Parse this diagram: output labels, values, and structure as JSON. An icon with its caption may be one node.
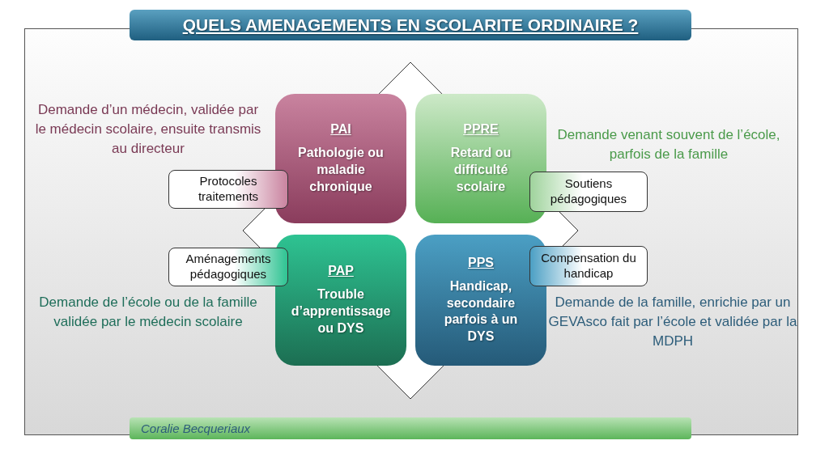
{
  "diagram": {
    "title": "QUELS AMENAGEMENTS EN SCOLARITE ORDINAIRE ?",
    "nodes": [
      {
        "text": [
          "PAI",
          "Pathologie ou maladie chronique"
        ]
      },
      {
        "text": [
          "PPRE",
          "Retard ou difficulté scolaire"
        ]
      },
      {
        "text": [
          "PAP",
          "Trouble d’apprentissage ou DYS"
        ]
      },
      {
        "text": [
          "PPS",
          "Handicap, secondaire parfois à un DYS"
        ]
      },
      {
        "text": [
          "Protocoles traitements"
        ]
      },
      {
        "text": [
          "Soutiens pédagogiques"
        ]
      },
      {
        "text": [
          "Aménagements pédagogiques"
        ]
      },
      {
        "text": [
          "Compensation du handicap"
        ]
      },
      {
        "text": [
          "Coralie Becqueriaux"
        ]
      }
    ],
    "labels": [
      "Demande d’un médecin, validée par le médecin scolaire, ensuite transmis au directeur",
      "Demande venant souvent de l’école, parfois de la famille",
      "Demande de l’école ou de la famille validée par le médecin scolaire",
      "Demande de la famille, enrichie par un GEVAsco fait par l’école et validée par la MDPH"
    ]
  }
}
